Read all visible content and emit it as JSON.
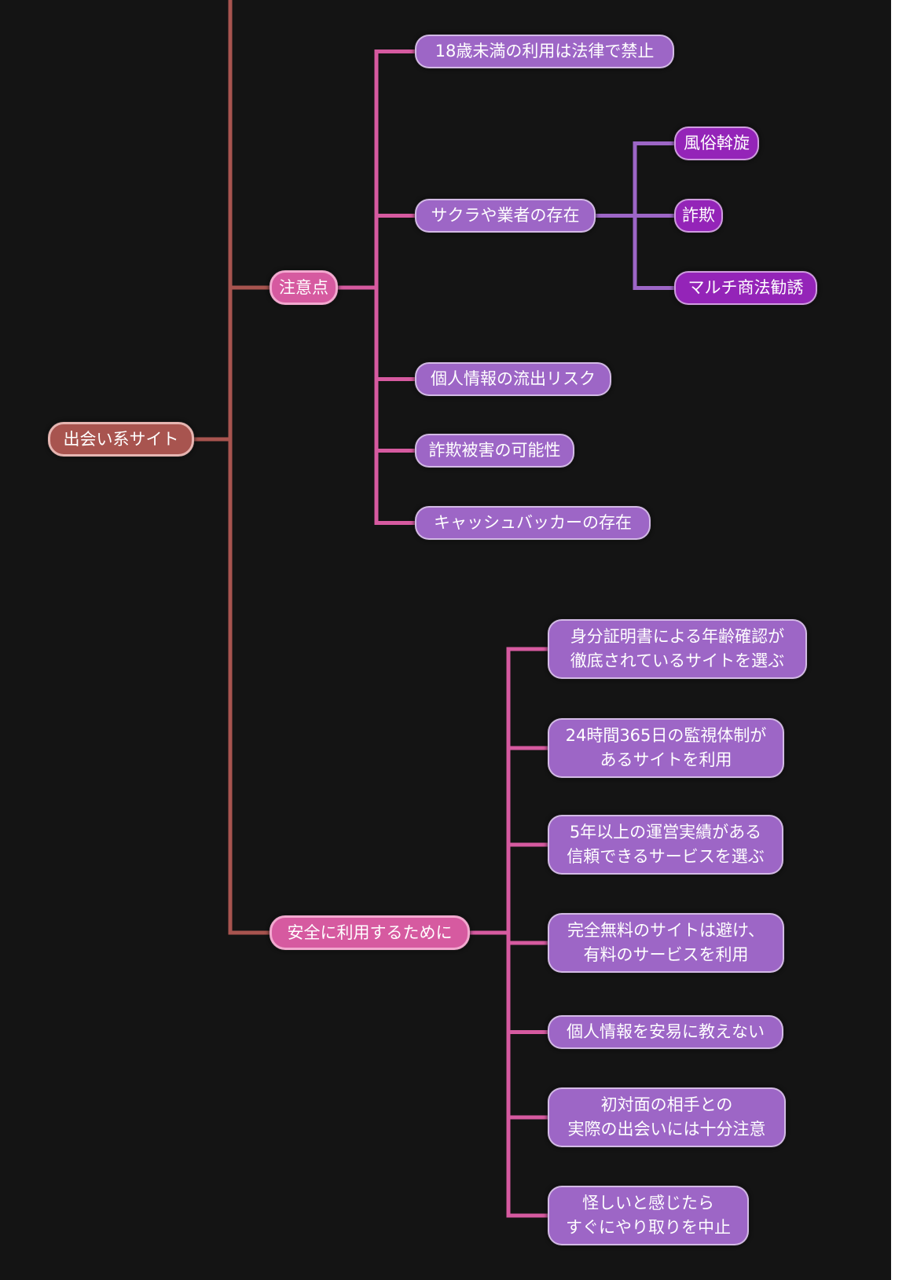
{
  "colors": {
    "background": "#141414",
    "root_fill": "#a8544f",
    "root_line": "#a8544f",
    "level2_fill": "#d65aa0",
    "level2_line": "#d65aa0",
    "level3_fill": "#9d66c6",
    "level3_line": "#9d66c6",
    "level4_fill": "#9424b8"
  },
  "mindmap": {
    "root": {
      "label": "出会い系サイト",
      "children": [
        {
          "label": "注意点",
          "children": [
            {
              "label": "18歳未満の利用は法律で禁止",
              "children": []
            },
            {
              "label": "サクラや業者の存在",
              "children": [
                {
                  "label": "風俗斡旋"
                },
                {
                  "label": "詐欺"
                },
                {
                  "label": "マルチ商法勧誘"
                }
              ]
            },
            {
              "label": "個人情報の流出リスク",
              "children": []
            },
            {
              "label": "詐欺被害の可能性",
              "children": []
            },
            {
              "label": "キャッシュバッカーの存在",
              "children": []
            }
          ]
        },
        {
          "label": "安全に利用するために",
          "children": [
            {
              "label": "身分証明書による年齢確認が\n徹底されているサイトを選ぶ",
              "children": []
            },
            {
              "label": "24時間365日の監視体制が\nあるサイトを利用",
              "children": []
            },
            {
              "label": "5年以上の運営実績がある\n信頼できるサービスを選ぶ",
              "children": []
            },
            {
              "label": "完全無料のサイトは避け、\n有料のサービスを利用",
              "children": []
            },
            {
              "label": "個人情報を安易に教えない",
              "children": []
            },
            {
              "label": "初対面の相手との\n実際の出会いには十分注意",
              "children": []
            },
            {
              "label": "怪しいと感じたら\nすぐにやり取りを中止",
              "children": []
            }
          ]
        }
      ]
    }
  }
}
